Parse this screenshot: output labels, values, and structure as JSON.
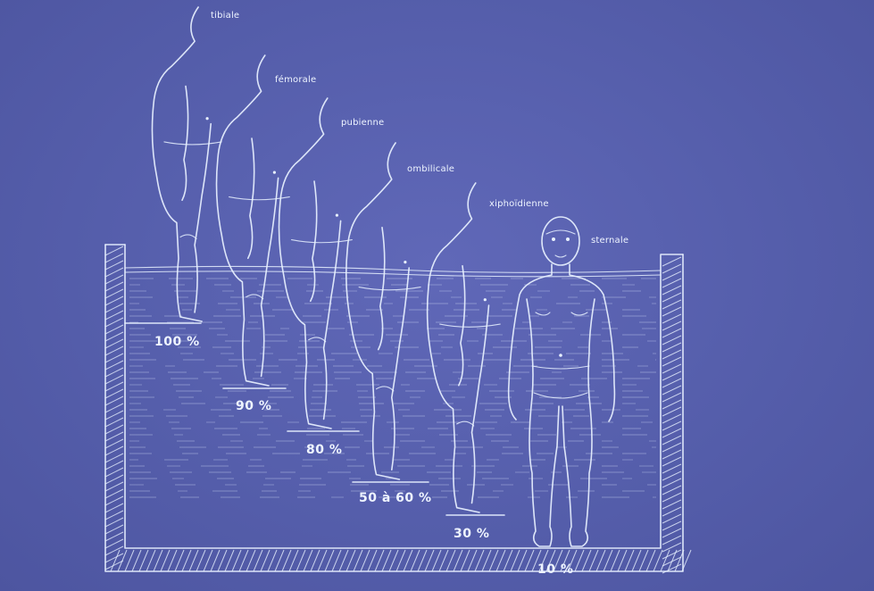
{
  "levels": [
    {
      "name": "tibiale",
      "percent": "100 %"
    },
    {
      "name": "fémorale",
      "percent": "90 %"
    },
    {
      "name": "pubienne",
      "percent": "80 %"
    },
    {
      "name": "ombilicale",
      "percent": "50 à 60 %"
    },
    {
      "name": "xiphoïdienne",
      "percent": "30 %"
    },
    {
      "name": "sternale",
      "percent": "10 %"
    }
  ],
  "colors": {
    "background": "#5a63b0",
    "lines": "#e8f1ff"
  }
}
